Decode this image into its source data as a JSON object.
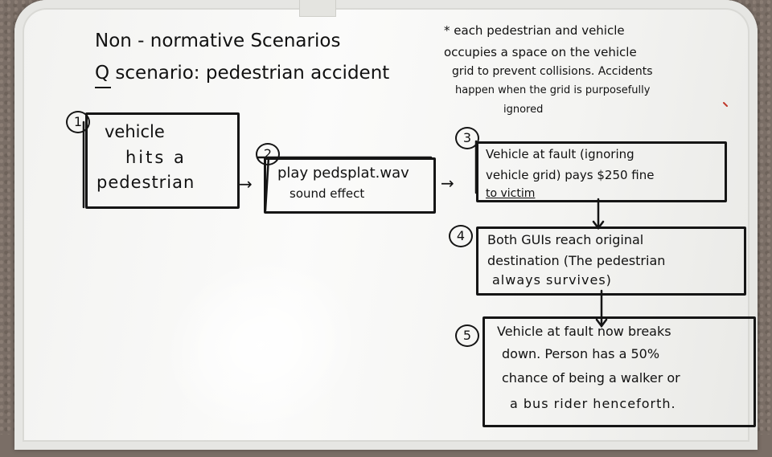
{
  "title": {
    "line1": "Non - normative Scenarios",
    "line2": "Q scenario: pedestrian accident"
  },
  "note": {
    "lines": [
      "* each pedestrian and vehicle",
      "occupies a space on the vehicle",
      "grid to prevent collisions. Accidents",
      "happen when the grid is purposefully",
      "ignored"
    ]
  },
  "steps": [
    {
      "number": "1",
      "lines": [
        "vehicle",
        "hits a",
        "pedestrian"
      ]
    },
    {
      "number": "2",
      "lines": [
        "play pedsplat.wav",
        "sound effect"
      ]
    },
    {
      "number": "3",
      "lines": [
        "Vehicle at fault (ignoring",
        "vehicle grid) pays $250 fine",
        "to victim"
      ]
    },
    {
      "number": "4",
      "lines": [
        "Both GUIs reach original",
        "destination (The pedestrian",
        "always survives)"
      ]
    },
    {
      "number": "5",
      "lines": [
        "Vehicle at fault now breaks",
        "down. Person has a 50%",
        "chance of being a walker or",
        "a bus rider henceforth."
      ]
    }
  ],
  "connectors": {
    "arrow_1_2": "→",
    "arrow_2_3": "→"
  },
  "ink_color": "#151515",
  "marker_red": "#c0392b"
}
